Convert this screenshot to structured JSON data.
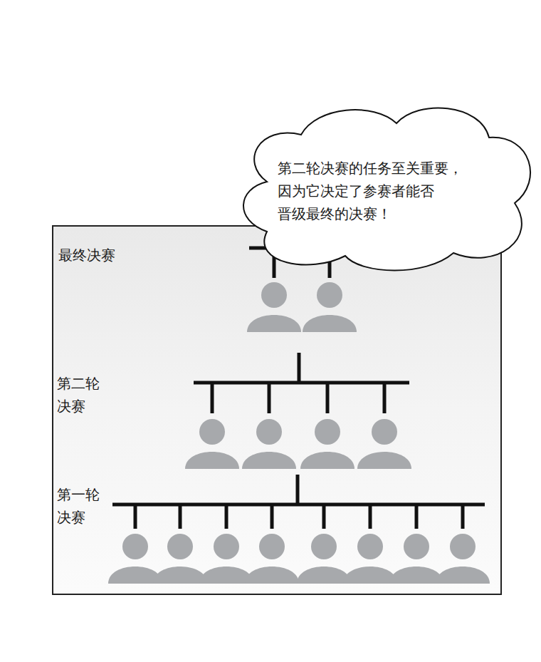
{
  "diagram": {
    "nodes": [
      {
        "text": [
          "第二轮决赛的任务至关重要， 因为它决定了参赛者能否 晋级最终的决赛！"
        ]
      },
      {
        "text": [
          "最终决赛",
          "第二轮 决赛",
          "第一轮 决赛"
        ]
      }
    ]
  }
}
